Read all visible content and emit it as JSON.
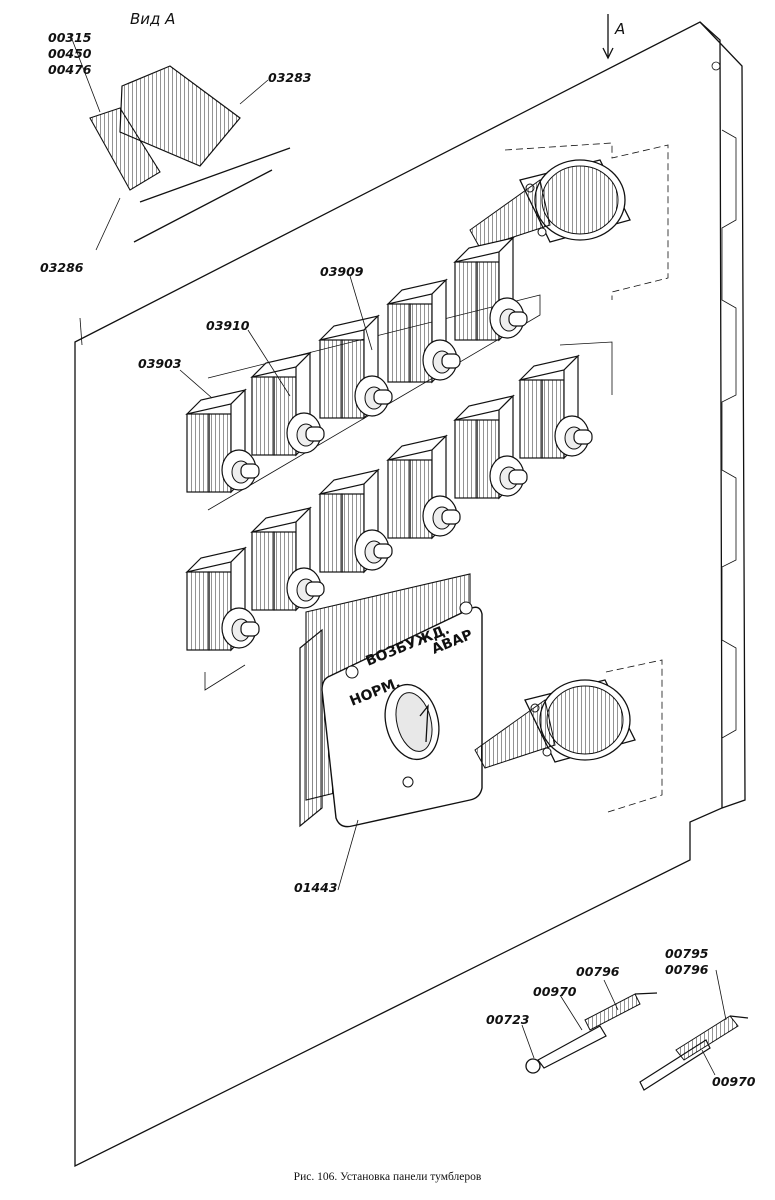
{
  "view": {
    "label": "Вид А",
    "arrow_label": "А"
  },
  "parts": {
    "p00315": "00315",
    "p00450": "00450",
    "p00476": "00476",
    "p03283": "03283",
    "p03286": "03286",
    "p03909": "03909",
    "p03910": "03910",
    "p03903": "03903",
    "p01443": "01443",
    "p00796a": "00796",
    "p00970a": "00970",
    "p00723": "00723",
    "p00795": "00795",
    "p00796b": "00796",
    "p00970b": "00970"
  },
  "switch_plate": {
    "top": "ВОЗБУЖД.",
    "left": "НОРМ.",
    "right": "АВАР"
  },
  "caption": "Рис. 106. Установка панели тумблеров"
}
